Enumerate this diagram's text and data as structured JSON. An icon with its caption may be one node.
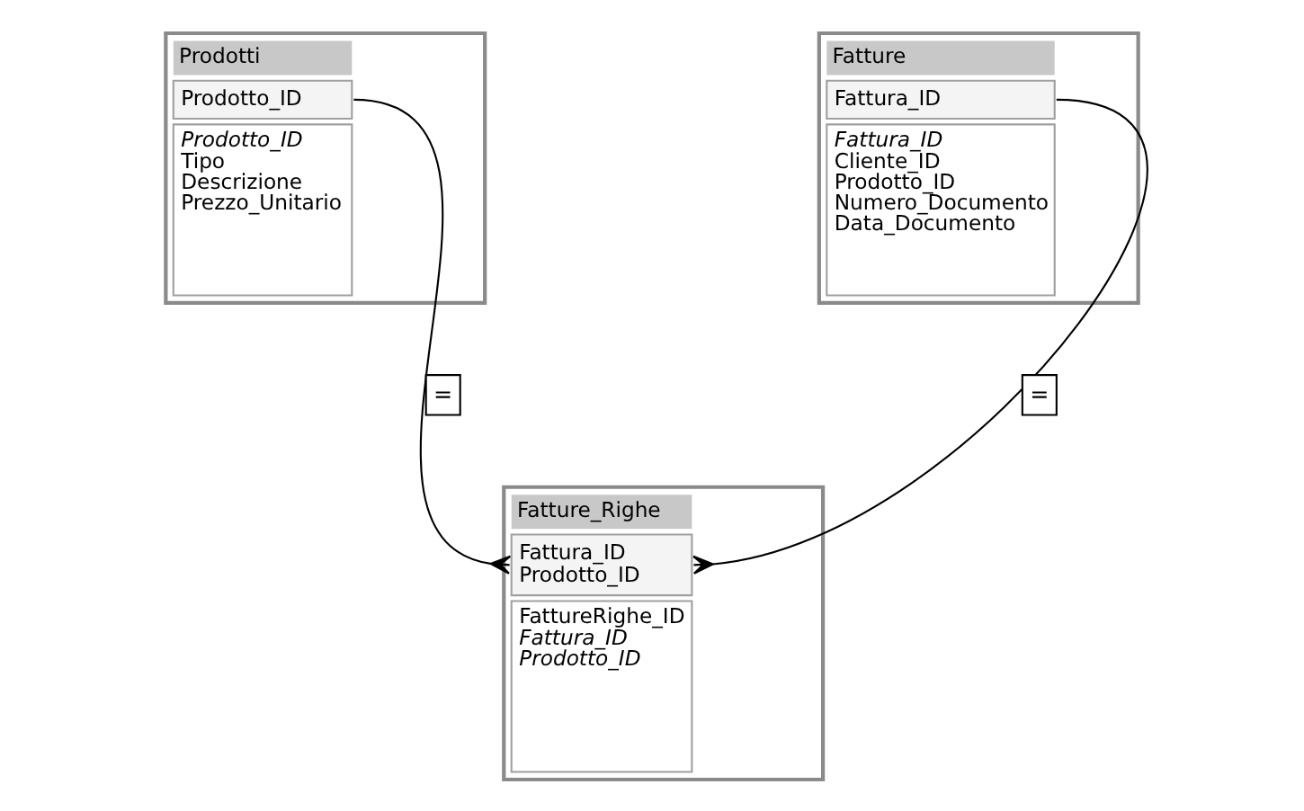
{
  "diagram": {
    "nodes": [
      {
        "text": [
          "Prodotti",
          "Prodotto_ID",
          "Prodotto_ID",
          "Tipo",
          "Descrizione",
          "Prezzo_Unitario"
        ]
      },
      {
        "text": [
          "Fatture",
          "Fattura_ID",
          "Fattura_ID",
          "Cliente_ID",
          "Prodotto_ID",
          "Numero_Documento",
          "Data_Documento"
        ]
      },
      {
        "text": [
          "Fatture_Righe",
          "Fattura_ID",
          "Prodotto_ID",
          "FattureRighe_ID",
          "Fattura_ID",
          "Prodotto_ID"
        ]
      }
    ],
    "edges": [
      {
        "from": 0,
        "to": 2,
        "arrow": "other",
        "label": "="
      },
      {
        "from": 1,
        "to": 2,
        "arrow": "other",
        "label": "="
      }
    ]
  }
}
